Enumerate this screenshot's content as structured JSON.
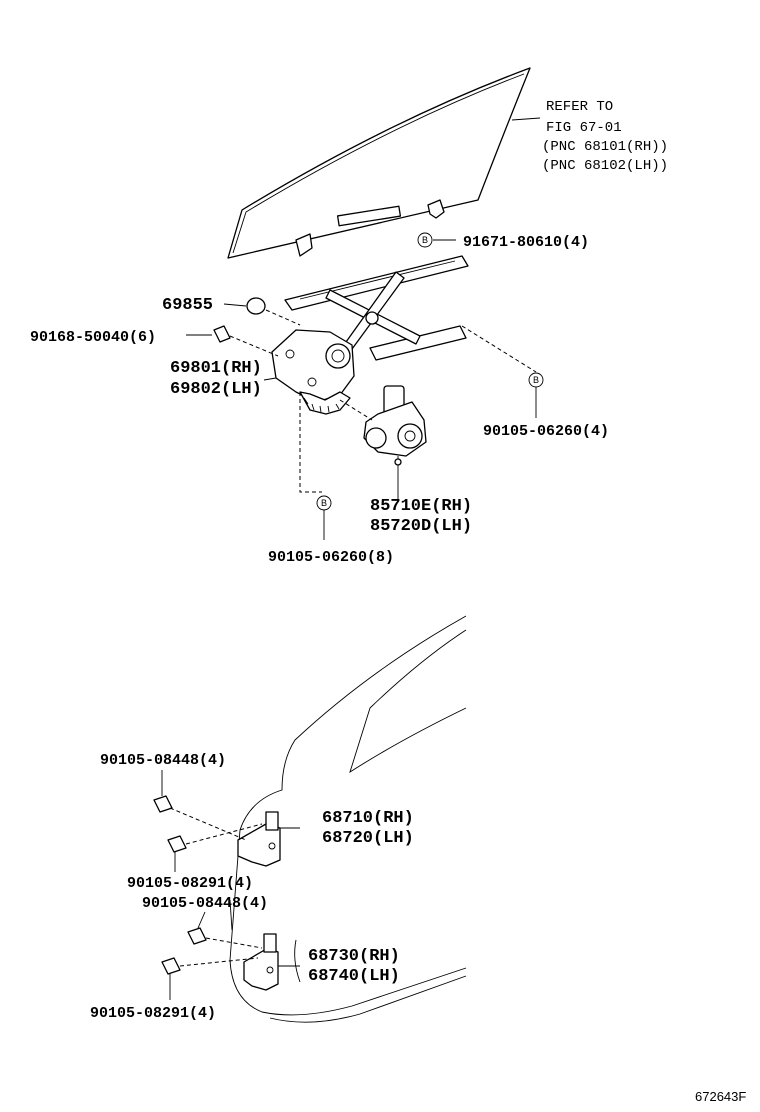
{
  "refer_note": {
    "line1": "REFER TO",
    "line2": "FIG 67-01",
    "line3": "(PNC 68101(RH))",
    "line4": "(PNC 68102(LH))"
  },
  "callout_symbol": "B",
  "labels": {
    "bolt_91671": "91671-80610(4)",
    "part_69855": "69855",
    "bolt_90168": "90168-50040(6)",
    "regulator_rh": "69801(RH)",
    "regulator_lh": "69802(LH)",
    "bolt_90105_06260_4": "90105-06260(4)",
    "motor_rh": "85710E(RH)",
    "motor_lh": "85720D(LH)",
    "bolt_90105_06260_8": "90105-06260(8)",
    "bolt_upper_08448": "90105-08448(4)",
    "hinge_upper_rh": "68710(RH)",
    "hinge_upper_lh": "68720(LH)",
    "bolt_upper_08291": "90105-08291(4)",
    "bolt_lower_08448": "90105-08448(4)",
    "hinge_lower_rh": "68730(RH)",
    "hinge_lower_lh": "68740(LH)",
    "bolt_lower_08291": "90105-08291(4)"
  },
  "figure_id": "672643F"
}
